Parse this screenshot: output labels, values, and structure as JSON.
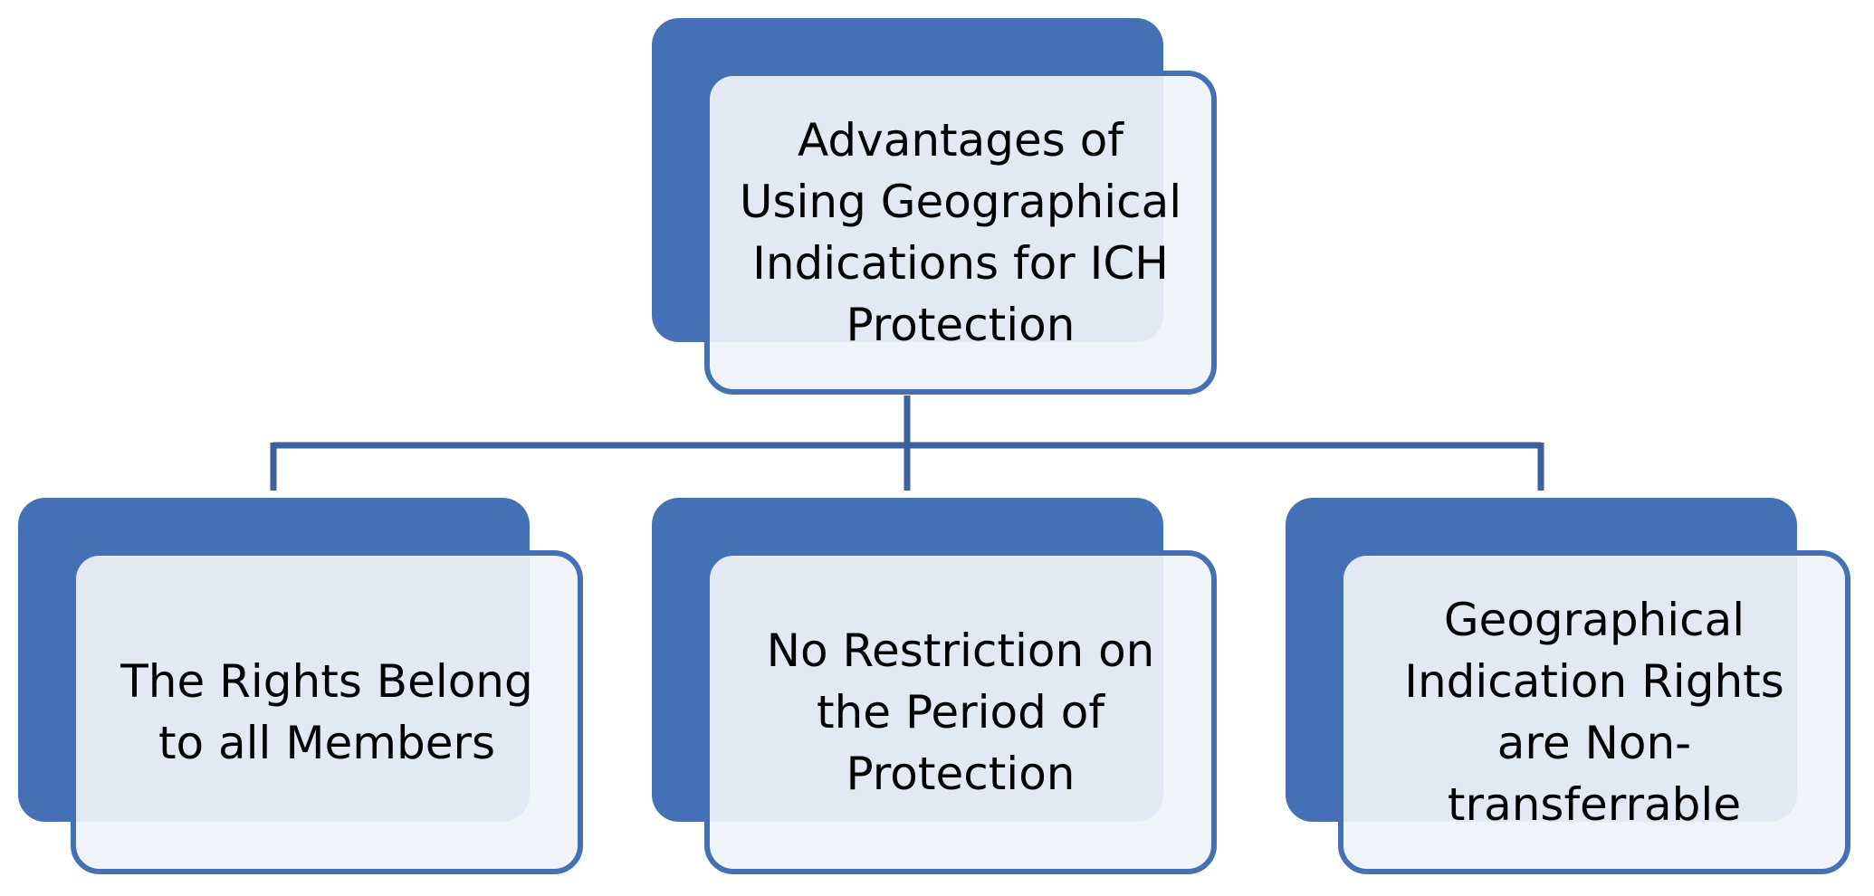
{
  "diagram": {
    "root": {
      "label": "Advantages of\nUsing Geographical\nIndications for ICH\nProtection"
    },
    "children": [
      {
        "label": "The Rights Belong\nto all Members"
      },
      {
        "label": "No Restriction on\nthe Period of\nProtection"
      },
      {
        "label": "Geographical\nIndication Rights\nare Non-\ntransferrable"
      }
    ],
    "colors": {
      "accent": "#4470b6",
      "connector": "#3d5f9e",
      "box_fill": "#eff2f8",
      "text": "#000000"
    }
  }
}
